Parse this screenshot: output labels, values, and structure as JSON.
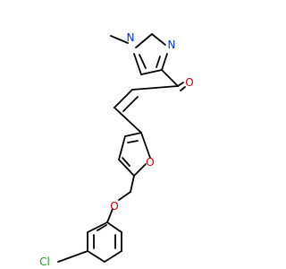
{
  "molecule": {
    "atoms": {
      "pyrazole_n1": "N",
      "pyrazole_n2": "N",
      "carbonyl_o": "O",
      "furan_o": "O",
      "ether_o": "O",
      "chlorine": "Cl"
    },
    "colors": {
      "bond": "#000000",
      "nitrogen": "#0033cc",
      "oxygen": "#cc0000",
      "chlorine": "#1fa01f",
      "background": "#ffffff"
    }
  }
}
